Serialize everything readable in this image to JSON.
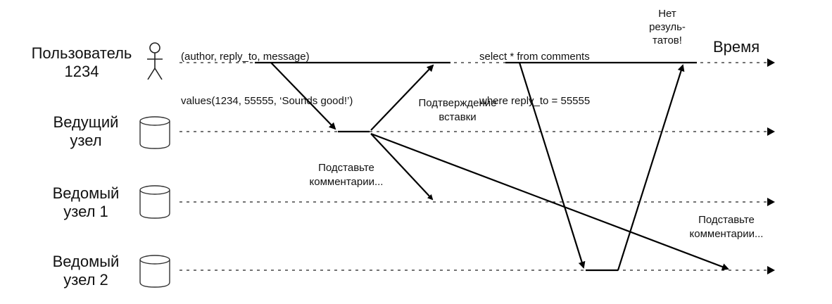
{
  "lanes": [
    {
      "line1": "Пользователь",
      "line2": "1234",
      "icon": "user-icon"
    },
    {
      "line1": "Ведущий",
      "line2": "узел",
      "icon": "database-icon"
    },
    {
      "line1": "Ведомый",
      "line2": "узел 1",
      "icon": "database-icon"
    },
    {
      "line1": "Ведомый",
      "line2": "узел 2",
      "icon": "database-icon"
    }
  ],
  "time_label": "Время",
  "insert_query": {
    "line1": "(author, reply_to, message)",
    "line2": "values(1234, 55555, ‘Sounds good!’)"
  },
  "select_query": {
    "line1": "select * from comments",
    "line2": "where reply_to = 55555"
  },
  "no_results": {
    "line1": "Нет",
    "line2": "резуль-",
    "line3": "татов!"
  },
  "insert_ack": {
    "line1": "Подтверждение",
    "line2": "вставки"
  },
  "replicate_to_follower1": {
    "line1": "Подставьте",
    "line2": "комментарии..."
  },
  "replicate_to_follower2": {
    "line1": "Подставьте",
    "line2": "комментарии..."
  }
}
